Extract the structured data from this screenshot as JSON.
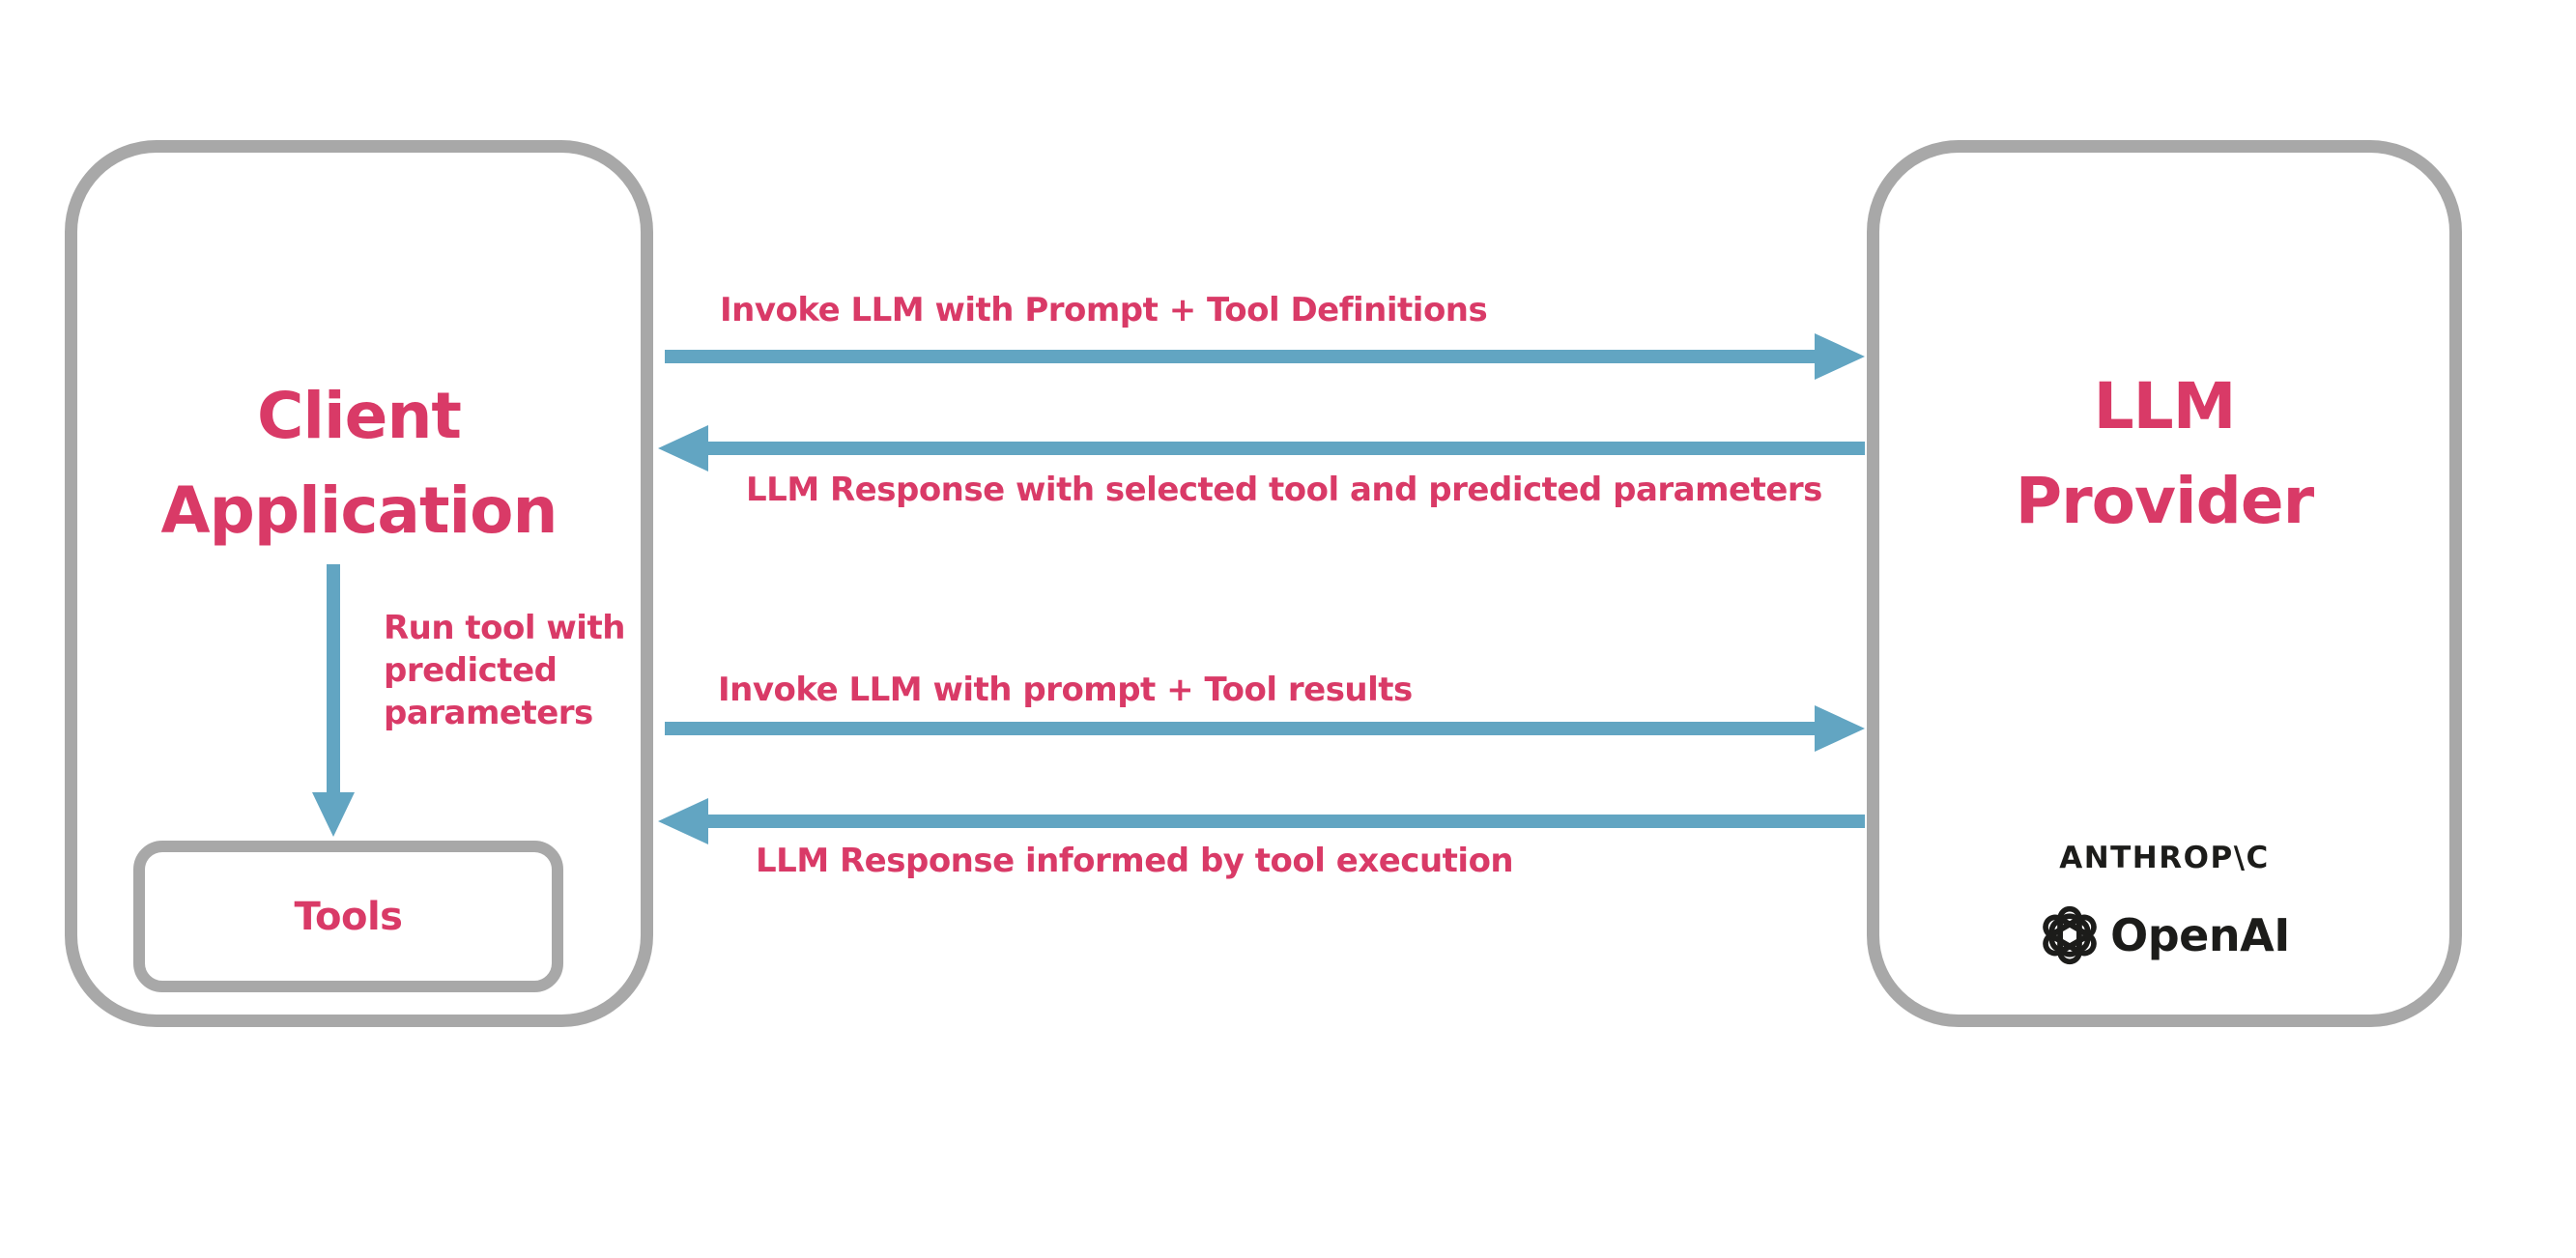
{
  "diagram": {
    "client_box": {
      "title_line1": "Client",
      "title_line2": "Application",
      "run_tool_label": "Run tool with\npredicted\nparameters",
      "tools_label": "Tools"
    },
    "provider_box": {
      "title_line1": "LLM",
      "title_line2": "Provider",
      "anthropic_logo_text": "ANTHROP\\C",
      "openai_logo_text": "OpenAI"
    },
    "flows": [
      {
        "direction": "right",
        "from": "Client Application",
        "to": "LLM Provider",
        "label": "Invoke LLM with Prompt + Tool Definitions"
      },
      {
        "direction": "left",
        "from": "LLM Provider",
        "to": "Client Application",
        "label": "LLM Response with selected tool and predicted parameters"
      },
      {
        "direction": "right",
        "from": "Client Application",
        "to": "LLM Provider",
        "label": "Invoke LLM with prompt + Tool results"
      },
      {
        "direction": "left",
        "from": "LLM Provider",
        "to": "Client Application",
        "label": "LLM Response informed by tool execution"
      }
    ],
    "colors": {
      "text_pink": "#D93A67",
      "arrow_blue": "#62A5C2",
      "border_gray": "#A8A8A8",
      "logo_black": "#1C1C1A",
      "background": "#FFFFFF"
    }
  }
}
